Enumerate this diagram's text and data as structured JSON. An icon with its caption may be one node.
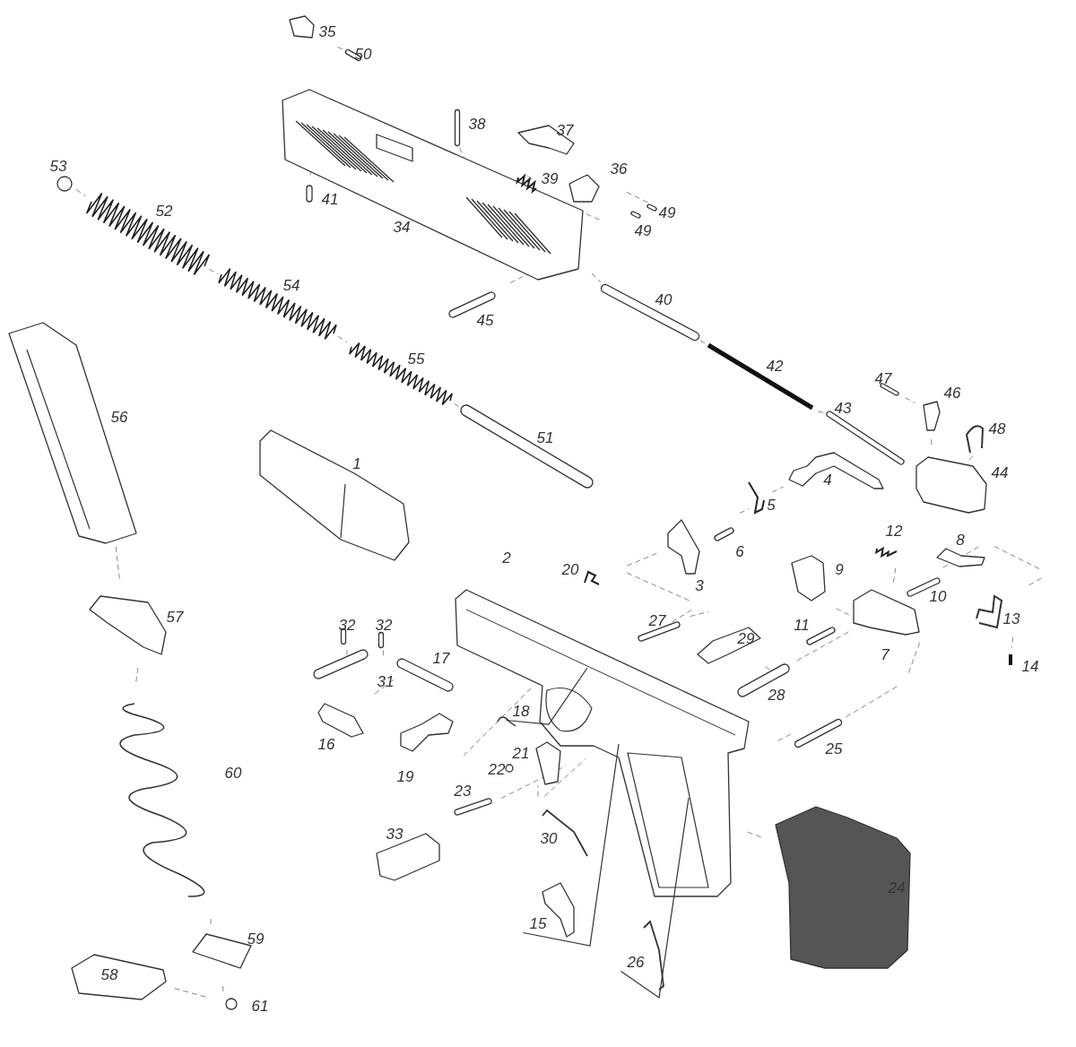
{
  "diagram": {
    "nodes": [
      {
        "text": [
          "18"
        ]
      },
      {
        "text": [
          "15"
        ]
      },
      {
        "text": [
          "26"
        ]
      }
    ],
    "edges": [
      {
        "from": 0,
        "to": null,
        "arrow": "none"
      },
      {
        "from": 1,
        "to": null,
        "arrow": "none"
      },
      {
        "from": 2,
        "to": null,
        "arrow": "none"
      }
    ],
    "labels": [
      "35",
      "50",
      "38",
      "37",
      "53",
      "52",
      "36",
      "39",
      "41",
      "49",
      "34",
      "49",
      "54",
      "40",
      "45",
      "55",
      "42",
      "47",
      "46",
      "56",
      "48",
      "43",
      "51",
      "1",
      "44",
      "4",
      "5",
      "6",
      "12",
      "8",
      "2",
      "20",
      "9",
      "3",
      "10",
      "27",
      "57",
      "32",
      "32",
      "11",
      "29",
      "13",
      "17",
      "7",
      "31",
      "14",
      "28",
      "16",
      "25",
      "21",
      "22",
      "19",
      "60",
      "23",
      "33",
      "30",
      "24",
      "59",
      "58",
      "61"
    ]
  }
}
